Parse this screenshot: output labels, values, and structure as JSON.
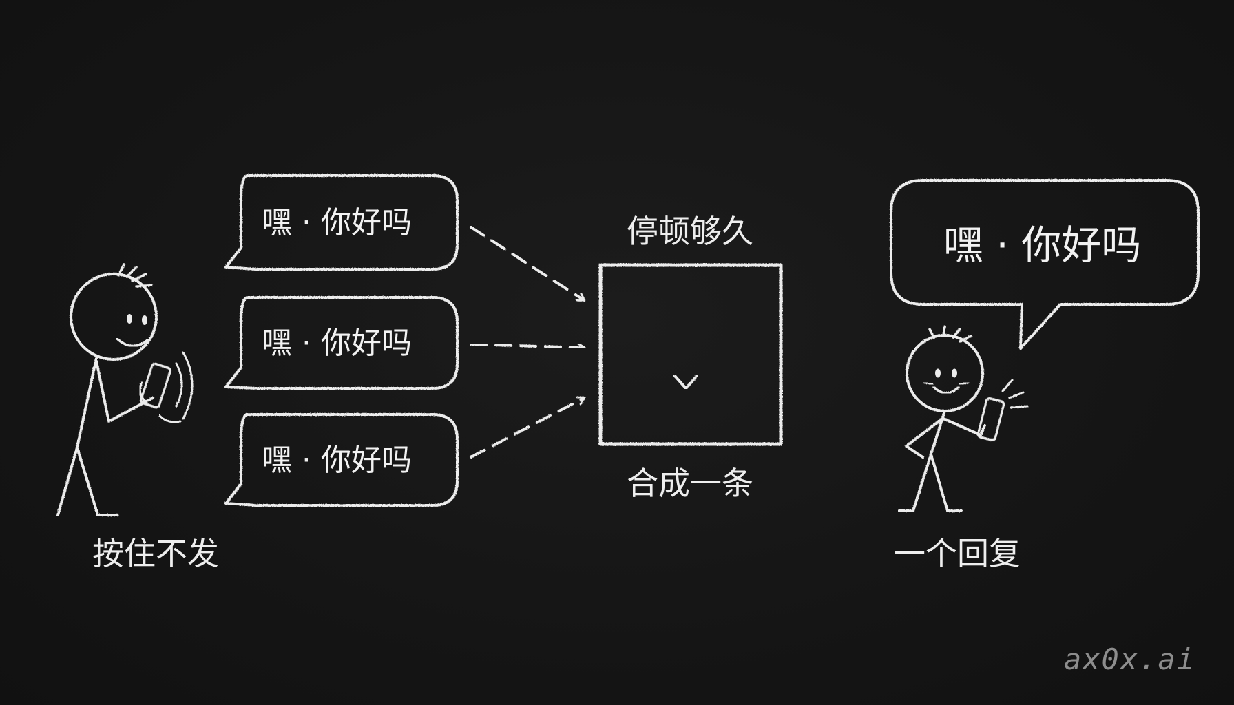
{
  "messages": [
    {
      "text": "嘿 · 你好吗"
    },
    {
      "text": "嘿 · 你好吗"
    },
    {
      "text": "嘿 · 你好吗"
    }
  ],
  "labels": {
    "sender": "按住不发",
    "pause": "停顿够久",
    "merge": "合成一条",
    "reply": "一个回复"
  },
  "reply_bubble": {
    "text": "嘿 · 你好吗"
  },
  "watermark": "ax0x.ai",
  "colors": {
    "background": "#141414",
    "chalk": "#ececec",
    "watermark": "#8d8d8d"
  }
}
